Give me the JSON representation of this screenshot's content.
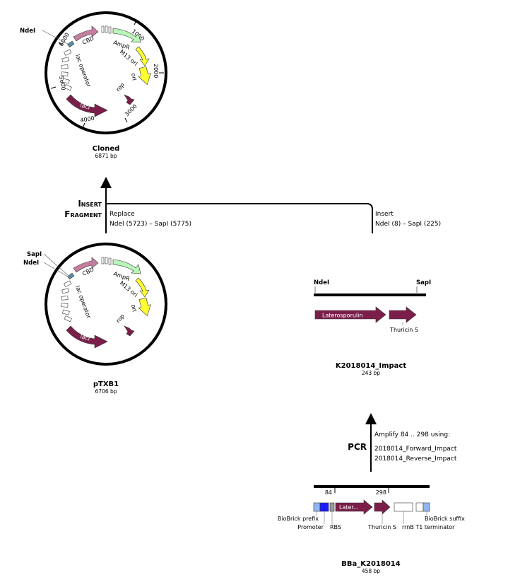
{
  "cloned": {
    "title": "Cloned",
    "size": "6871 bp",
    "site_ndei": "NdeI",
    "ticks": [
      "1000",
      "2000",
      "3000",
      "4000",
      "5000",
      "6000"
    ],
    "features": {
      "cbd": "CBD",
      "ampr": "AmpR",
      "m13ori": "M13 ori",
      "ori": "ori",
      "rop": "rop",
      "laci": "lacI",
      "lacop": "lac operator"
    }
  },
  "ptxb1": {
    "title": "pTXB1",
    "size": "6706 bp",
    "site_sapi": "SapI",
    "site_ndei": "NdeI",
    "features": {
      "cbd": "CBD",
      "ampr": "AmpR",
      "m13ori": "M13 ori",
      "ori": "ori",
      "rop": "rop",
      "laci": "lacI",
      "lacop": "lac operator"
    }
  },
  "insert_fragment": {
    "label_line1": "Insert",
    "label_line2": "Fragment",
    "replace_title": "Replace",
    "replace_range": "NdeI (5723)  –  SapI (5775)",
    "insert_title": "Insert",
    "insert_range": "NdeI (8)  –  SapI (225)"
  },
  "impact": {
    "title": "K2018014_Impact",
    "size": "243 bp",
    "site_left": "NdeI",
    "site_right": "SapI",
    "feature_main": "Laterosporulin",
    "feature_second": "Thuricin S"
  },
  "pcr": {
    "label": "PCR",
    "amplify": "Amplify 84 .. 298 using:",
    "primer_fwd": "2018014_Forward_Impact",
    "primer_rev": "2018014_Reverse_Impact"
  },
  "bba": {
    "title": "BBa_K2018014",
    "size": "458 bp",
    "pos_left": "84",
    "pos_right": "298",
    "feature_later": "Later...",
    "prefix": "BioBrick prefix",
    "suffix": "BioBrick suffix",
    "promoter": "Promoter",
    "rbs": "RBS",
    "thuricin": "Thuricin S",
    "terminator": "rrnB T1 terminator"
  },
  "colors": {
    "maroon": "#7b1f4a",
    "mauve": "#c47fa0",
    "mint": "#b8f5b8",
    "yellow": "#ffff33",
    "blue": "#1a1aff",
    "lightblue": "#8fb6f0"
  }
}
